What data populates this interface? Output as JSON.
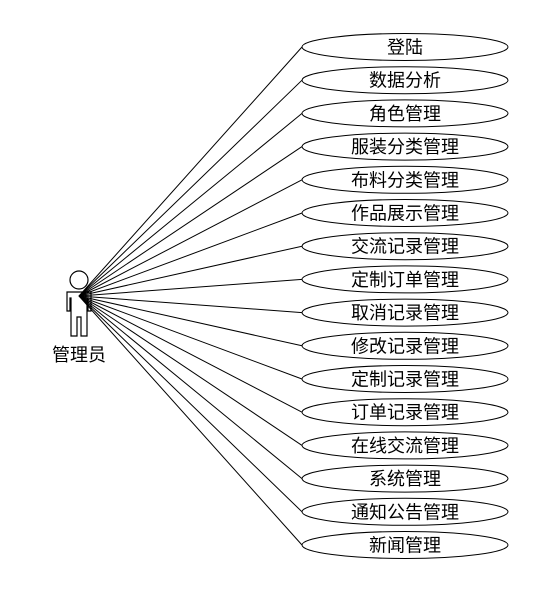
{
  "actor": {
    "label": "管理员",
    "icon": "stick-figure-icon"
  },
  "use_cases": [
    {
      "label": "登陆"
    },
    {
      "label": "数据分析"
    },
    {
      "label": "角色管理"
    },
    {
      "label": "服装分类管理"
    },
    {
      "label": "布料分类管理"
    },
    {
      "label": "作品展示管理"
    },
    {
      "label": "交流记录管理"
    },
    {
      "label": "定制订单管理"
    },
    {
      "label": "取消记录管理"
    },
    {
      "label": "修改记录管理"
    },
    {
      "label": "定制记录管理"
    },
    {
      "label": "订单记录管理"
    },
    {
      "label": "在线交流管理"
    },
    {
      "label": "系统管理"
    },
    {
      "label": "通知公告管理"
    },
    {
      "label": "新闻管理"
    }
  ],
  "colors": {
    "stroke": "#000000",
    "background": "#ffffff"
  }
}
